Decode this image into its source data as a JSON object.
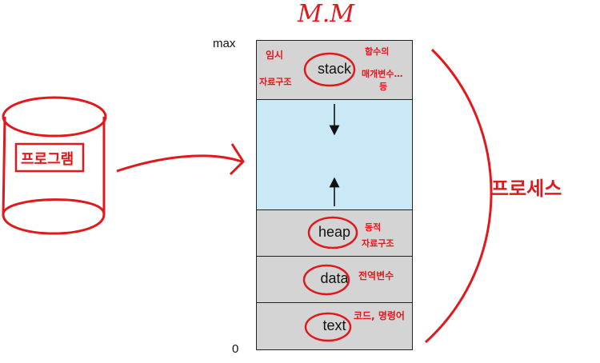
{
  "title": "M.M",
  "axis": {
    "max_label": "max",
    "min_label": "0"
  },
  "segments": {
    "stack": "stack",
    "heap": "heap",
    "data": "data",
    "text": "text"
  },
  "annotations": {
    "program": "프로그램",
    "process": "프로세스",
    "stack_left_1": "임시",
    "stack_left_2": "자료구조",
    "stack_right_1": "함수의",
    "stack_right_2": "매개변수…",
    "stack_right_3": "등",
    "heap_1": "동적",
    "heap_2": "자료구조",
    "data": "전역변수",
    "text": "코드, 명령어"
  },
  "colors": {
    "ink": "#e0191c",
    "segment_gray": "#d4d4d4",
    "free_blue": "#c9e9f7"
  }
}
